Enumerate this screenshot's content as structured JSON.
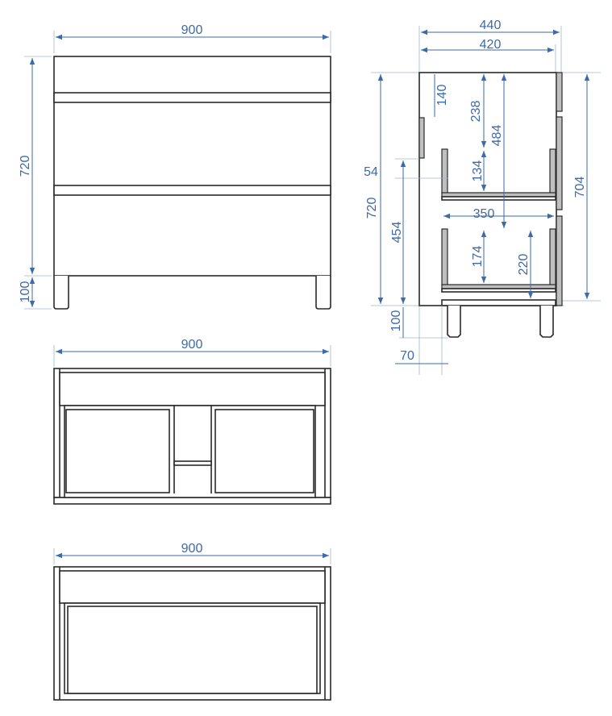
{
  "colors": {
    "dimension": "#3d6aa8",
    "outline": "#2a2a2a",
    "panel": "#bfbfbf"
  },
  "front_view": {
    "width": "900",
    "height": "720",
    "legs": "100"
  },
  "top_view_1": {
    "width": "900"
  },
  "top_view_2": {
    "width": "900"
  },
  "side_view": {
    "depth_total": "440",
    "depth_body": "420",
    "height": "720",
    "top_gap": "140",
    "upper_clearance": "238",
    "upper_to_lower": "484",
    "handle_offset": "54",
    "upper_drawer": "134",
    "lower_top": "454",
    "drawer_depth": "350",
    "lower_drawer": "174",
    "lower_clearance": "220",
    "back_height": "704",
    "legs": "100",
    "front_setback": "70"
  }
}
